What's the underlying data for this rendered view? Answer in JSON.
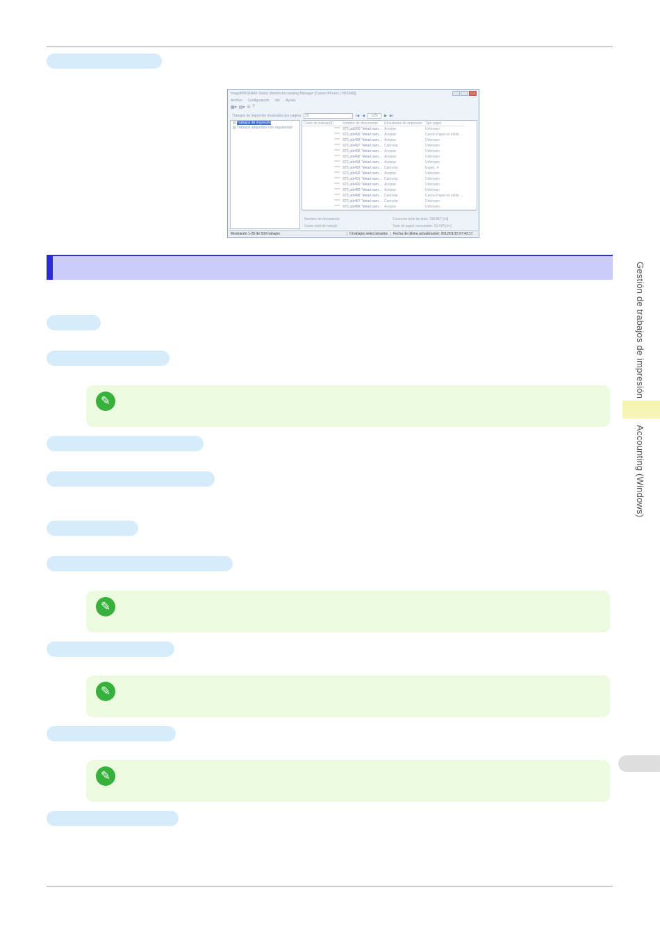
{
  "side": {
    "chapter": "Gestión de trabajos de impresión",
    "section": "Accounting (Windows)"
  },
  "note_icon": "pencil-icon",
  "window": {
    "title": "ImagePROGRAF Status Monitor Accounting Manager (Canon iPFxxxx [ H02349])",
    "menu": [
      "Archivo",
      "Configuración",
      "Ver",
      "Ayuda"
    ],
    "toolbar": [
      "▦▾",
      "▤▾",
      "⟲",
      "?"
    ],
    "pager": {
      "label": "Trabajos de impresión mostrados por página",
      "per_page": "20",
      "page": "1/25",
      "first": "|◀",
      "prev": "◀",
      "next": "▶",
      "last": "▶|"
    },
    "tree": [
      {
        "label": "Trabajos de impresión",
        "selected": true
      },
      {
        "label": "Trabajos adquiridos con regularidad",
        "selected": false
      }
    ],
    "columns": [
      "Costo de trabajo($)",
      "Nombre de documento",
      "Resultados de impresión",
      "Tipo papel"
    ],
    "rows": [
      [
        "****",
        "ST1 job500 \"detail nam...",
        "Aceptar",
        "Unknown"
      ],
      [
        "****",
        "ST1 job499 \"detail nam...",
        "Aceptar",
        "Canon Papel es estilo ..."
      ],
      [
        "****",
        "ST1 job498 \"detail nam...",
        "Aceptar",
        "Unknown"
      ],
      [
        "****",
        "ST1 job497 \"detail nam...",
        "Cancelar",
        "Unknown"
      ],
      [
        "****",
        "ST1 job496 \"detail nam...",
        "Aceptar",
        "Unknown"
      ],
      [
        "****",
        "ST1 job495 \"detail nam...",
        "Aceptar",
        "Unknown"
      ],
      [
        "****",
        "ST1 job494 \"detail nam...",
        "Aceptar",
        "Unknown"
      ],
      [
        "****",
        "ST1 job493 \"detail nam...",
        "Cancelar",
        "Espec. 4"
      ],
      [
        "****",
        "ST1 job492 \"detail nam...",
        "Aceptar",
        "Unknown"
      ],
      [
        "****",
        "ST1 job491 \"detail nam...",
        "Cancelar",
        "Unknown"
      ],
      [
        "****",
        "ST1 job490 \"detail nam...",
        "Aceptar",
        "Unknown"
      ],
      [
        "****",
        "ST1 job489 \"detail nam...",
        "Aceptar",
        "Unknown"
      ],
      [
        "****",
        "ST1 job488 \"detail nam...",
        "Cancelar",
        "Canon Papel es estilo ..."
      ],
      [
        "****",
        "ST1 job487 \"detail nam...",
        "Cancelar",
        "Unknown"
      ],
      [
        "****",
        "ST1 job486 \"detail nam...",
        "Aceptar",
        "Unknown"
      ]
    ],
    "info": {
      "doc_name_label": "Nombre de documento",
      "job_cost_label": "Costo total de trabajo",
      "ink_total": "Consumo total de tinta: 798.867 [ml]",
      "paper_total": "Total de papel consumido: 19.478 [m²]"
    },
    "status": {
      "showing": "Mostrando 1-20 de 500 trabajos",
      "selected": "0 trabajos seleccionados",
      "updated": "Fecha de última actualización: 2012/01/15 07:43:17"
    }
  }
}
